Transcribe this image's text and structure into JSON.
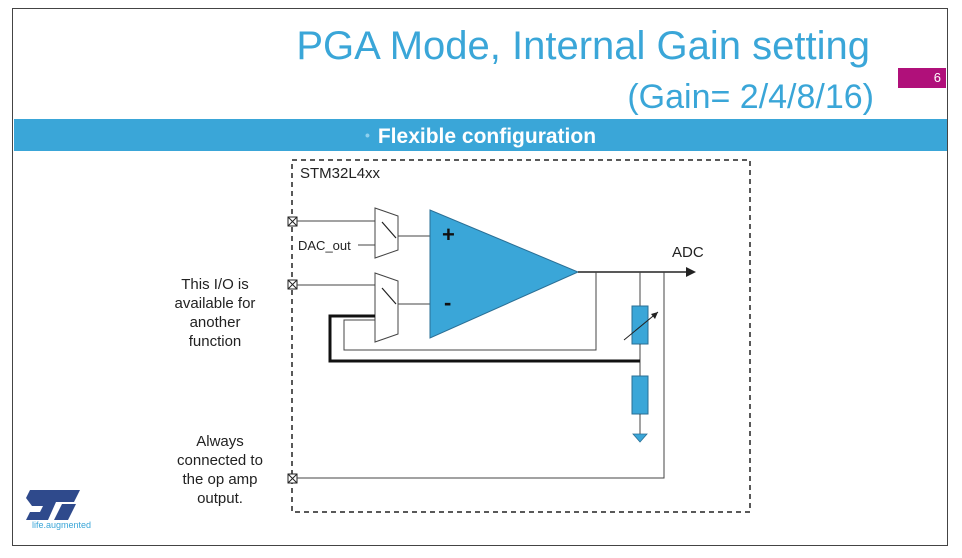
{
  "slide": {
    "title": "PGA Mode, Internal Gain setting",
    "subtitle": "(Gain= 2/4/8/16)",
    "page_number": "6",
    "banner_bullet": "•",
    "banner": "Flexible configuration"
  },
  "diagram": {
    "chip_label": "STM32L4xx",
    "dac_label": "DAC_out",
    "plus_sign": "+",
    "minus_sign": "-",
    "adc_label": "ADC",
    "io_note_lines": [
      "This I/O is",
      "available for",
      "another",
      "function"
    ],
    "output_note_lines": [
      "Always",
      "connected to",
      "the op amp",
      "output."
    ]
  },
  "colors": {
    "accent": "#3aa6d8",
    "badge": "#b0107a",
    "opamp_fill": "#3aa6d8"
  },
  "logo": {
    "icon": "st-logo-icon",
    "tagline": "life.augmented"
  }
}
